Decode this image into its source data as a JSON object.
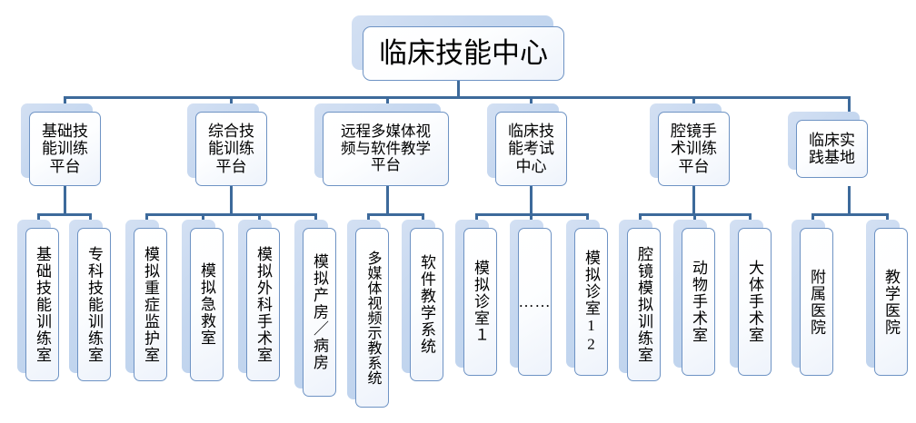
{
  "diagram": {
    "title": "临床技能中心",
    "type": "organization-chart",
    "colors": {
      "line": "#3D6A9B",
      "box_border": "#6E93C4",
      "box_shadow": "#c5d7ef",
      "box_face": "#ffffff",
      "text": "#000000"
    },
    "root": {
      "label": "临床技能中心"
    },
    "level2": [
      {
        "label": "基础技\n能训练\n平台"
      },
      {
        "label": "综合技\n能训练\n平台"
      },
      {
        "label": "远程多媒体视\n频与软件教学\n平台"
      },
      {
        "label": "临床技\n能考试\n中心"
      },
      {
        "label": "腔镜手\n术训练\n平台"
      },
      {
        "label": "临床实\n践基地"
      }
    ],
    "level3": [
      {
        "label": "基础技能训练室"
      },
      {
        "label": "专科技能训练室"
      },
      {
        "label": "模拟重症监护室"
      },
      {
        "label": "模拟急救室"
      },
      {
        "label": "模拟外科手术室"
      },
      {
        "label": "模拟产房／病房"
      },
      {
        "label": "多媒体视频示教系统"
      },
      {
        "label": "软件教学系统"
      },
      {
        "label": "模拟诊室１"
      },
      {
        "label": "……"
      },
      {
        "label": "模拟诊室12"
      },
      {
        "label": "腔镜模拟训练室"
      },
      {
        "label": "动物手术室"
      },
      {
        "label": "大体手术室"
      },
      {
        "label": "附属医院"
      },
      {
        "label": "教学医院"
      }
    ]
  }
}
